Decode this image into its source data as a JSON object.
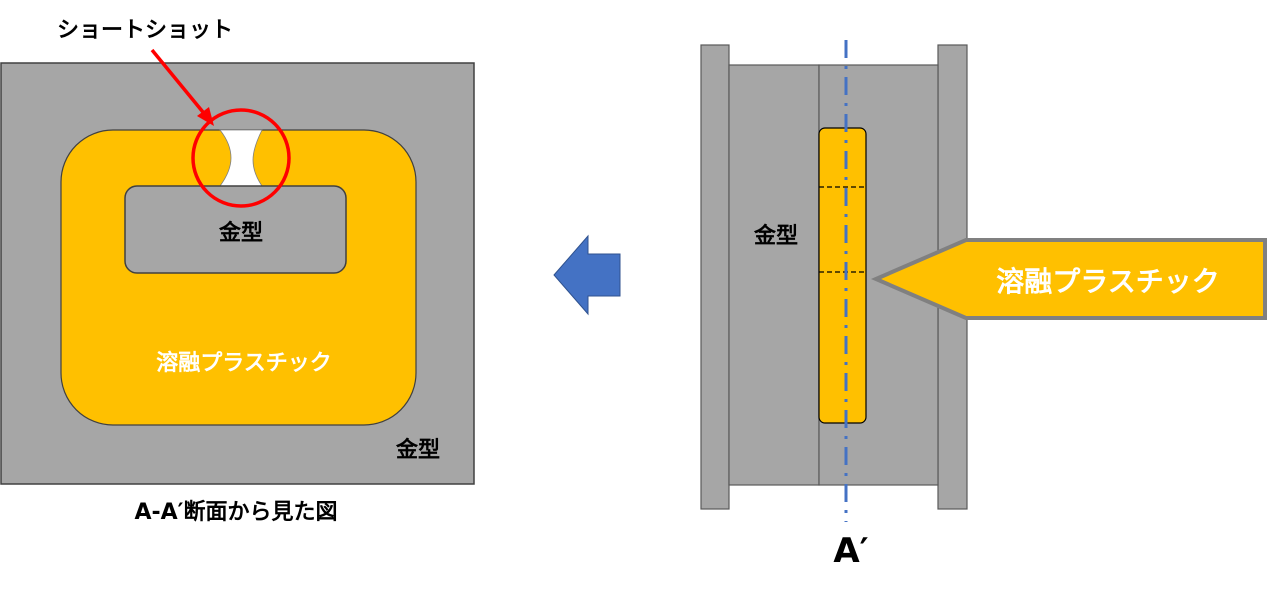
{
  "labels": {
    "short_shot": "ショートショット",
    "mold_inner": "金型",
    "molten_plastic_left": "溶融プラスチック",
    "mold_outer": "金型",
    "section_caption": "A-A′断面から見た図",
    "mold_right": "金型",
    "molten_plastic_right": "溶融プラスチック",
    "section_mark": "A′"
  },
  "colors": {
    "mold_gray": "#a6a6a6",
    "plastic_yellow": "#ffc000",
    "callout_red": "#ff0000",
    "arrow_blue": "#4472c4",
    "axis_blue": "#4472c4"
  }
}
